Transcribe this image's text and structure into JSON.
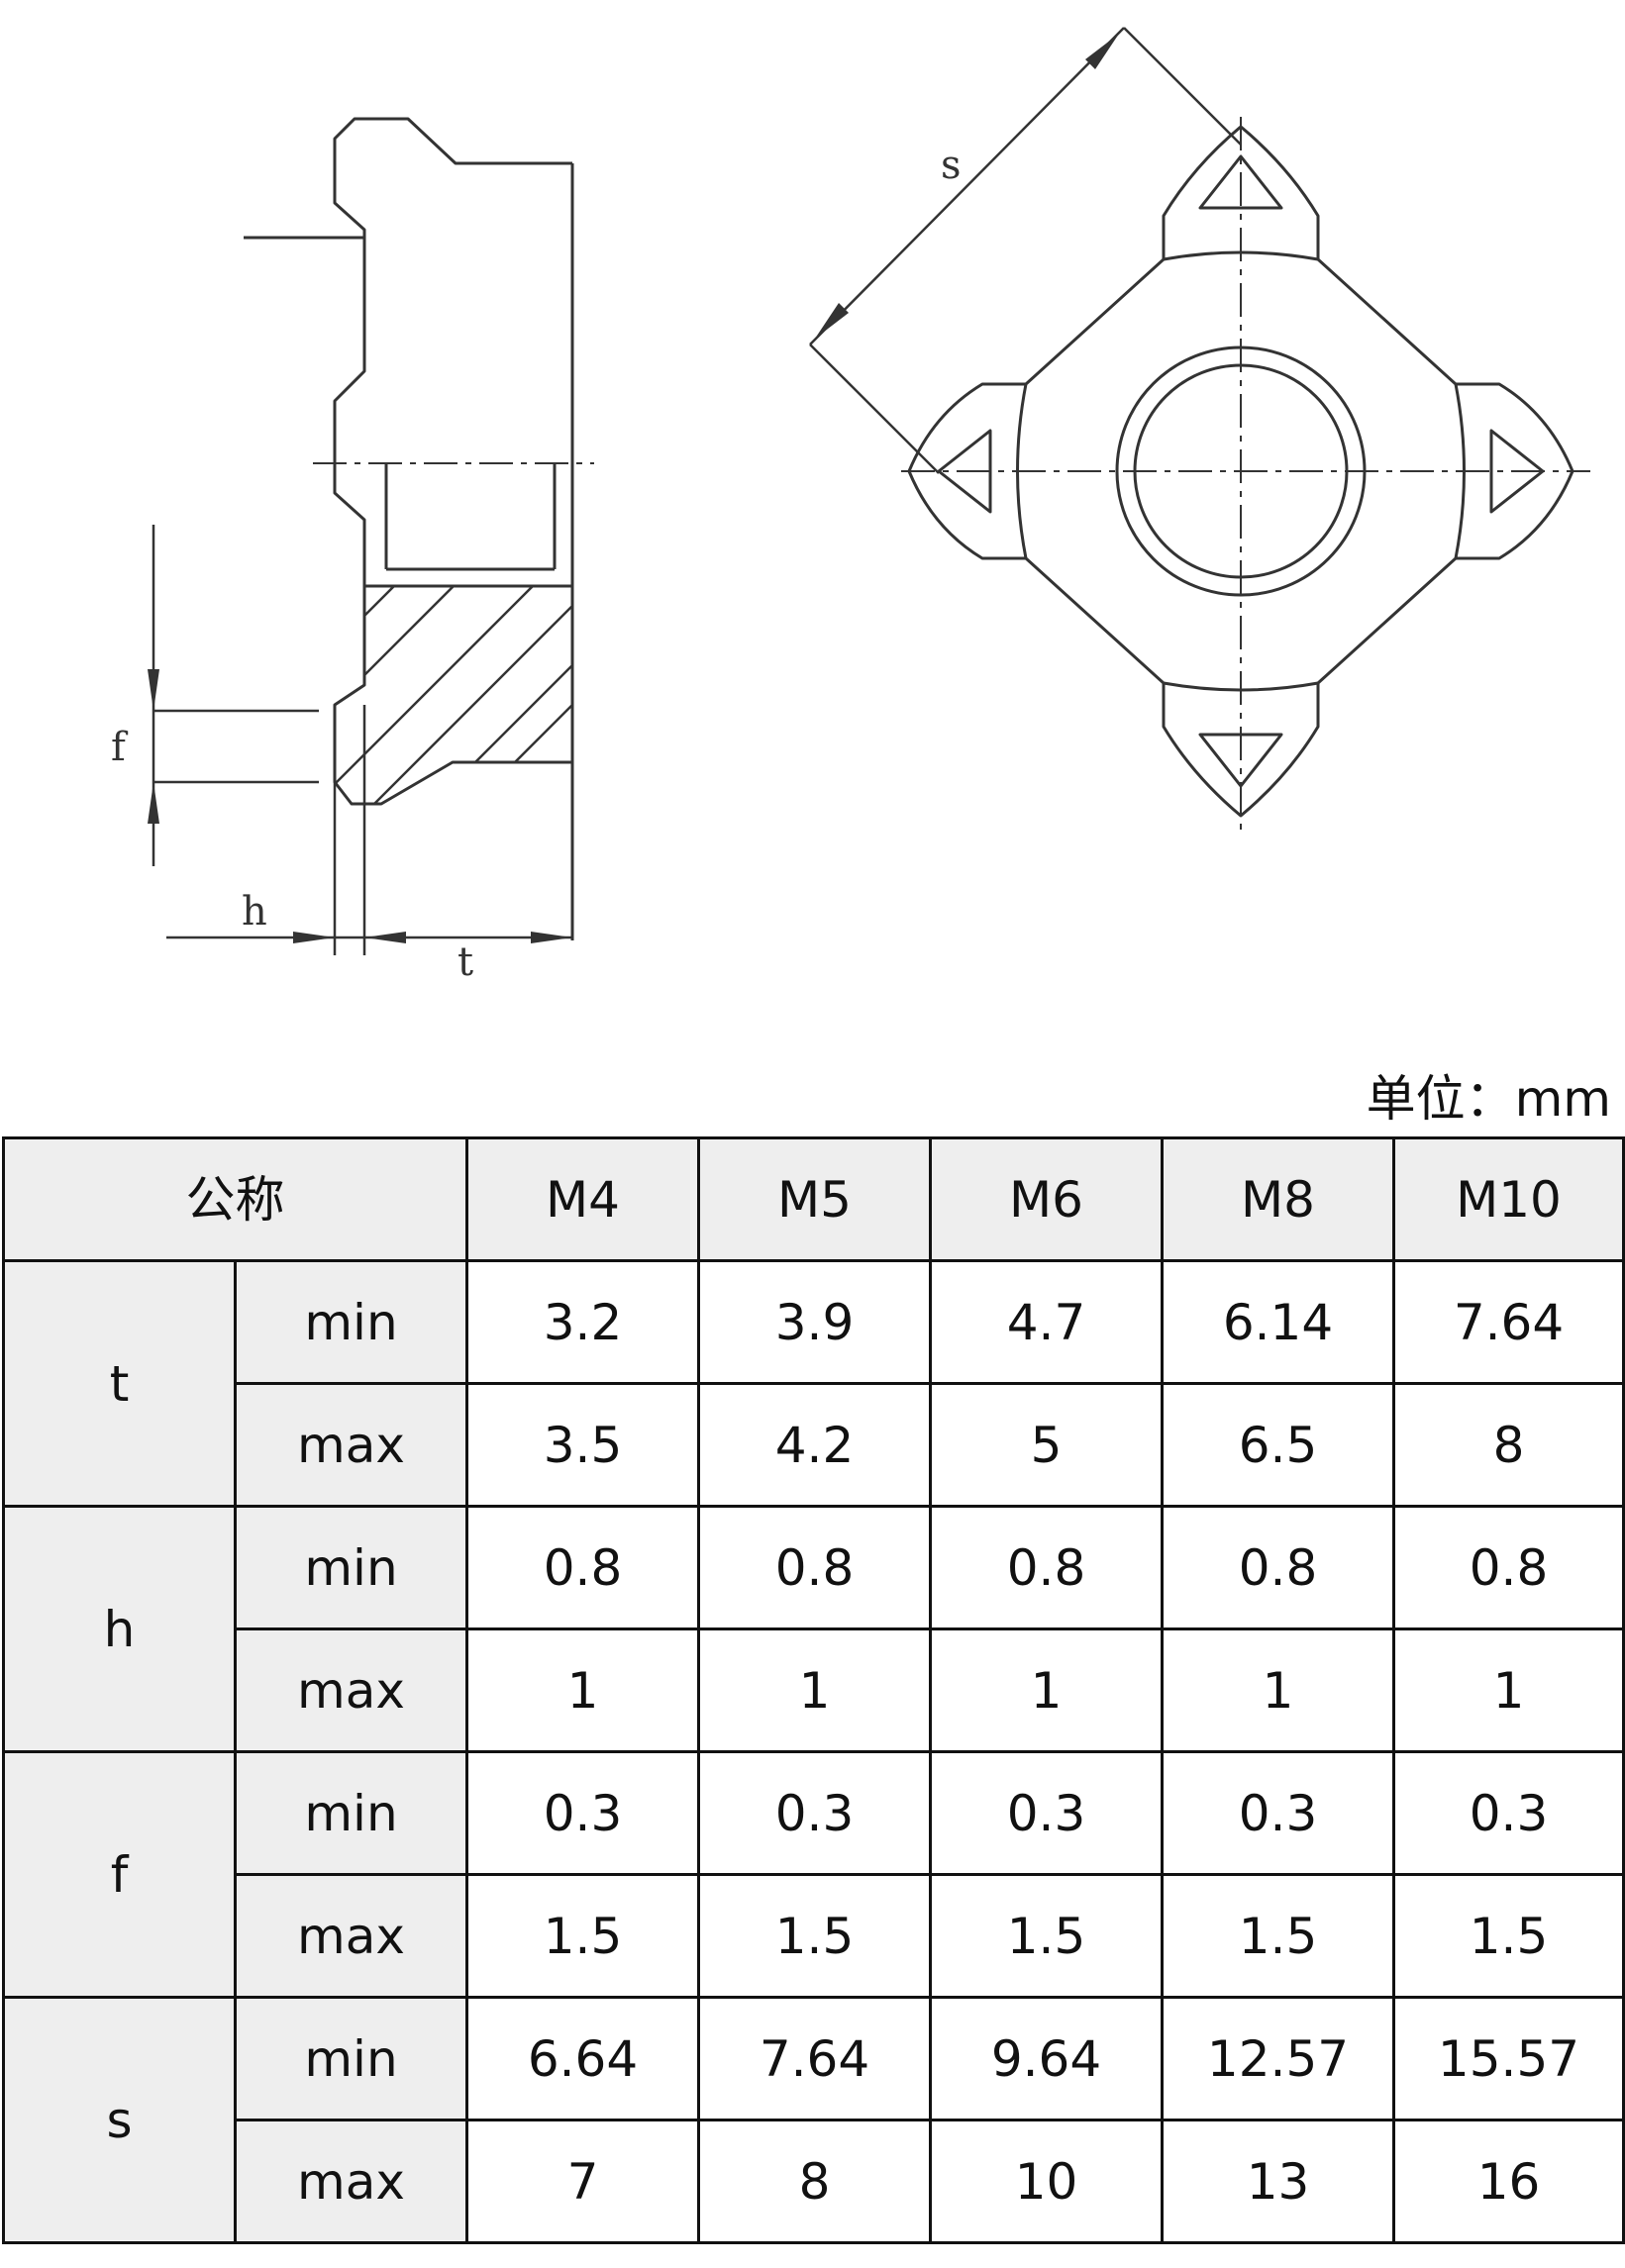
{
  "drawing": {
    "labels": {
      "s": "s",
      "f": "f",
      "h": "h",
      "t": "t"
    }
  },
  "unit_label": "单位：mm",
  "table": {
    "corner_label": "公称",
    "sizes": [
      "M4",
      "M5",
      "M6",
      "M8",
      "M10"
    ],
    "params": [
      {
        "name": "t",
        "rows": [
          {
            "label": "min",
            "values": [
              "3.2",
              "3.9",
              "4.7",
              "6.14",
              "7.64"
            ]
          },
          {
            "label": "max",
            "values": [
              "3.5",
              "4.2",
              "5",
              "6.5",
              "8"
            ]
          }
        ]
      },
      {
        "name": "h",
        "rows": [
          {
            "label": "min",
            "values": [
              "0.8",
              "0.8",
              "0.8",
              "0.8",
              "0.8"
            ]
          },
          {
            "label": "max",
            "values": [
              "1",
              "1",
              "1",
              "1",
              "1"
            ]
          }
        ]
      },
      {
        "name": "f",
        "rows": [
          {
            "label": "min",
            "values": [
              "0.3",
              "0.3",
              "0.3",
              "0.3",
              "0.3"
            ]
          },
          {
            "label": "max",
            "values": [
              "1.5",
              "1.5",
              "1.5",
              "1.5",
              "1.5"
            ]
          }
        ]
      },
      {
        "name": "s",
        "rows": [
          {
            "label": "min",
            "values": [
              "6.64",
              "7.64",
              "9.64",
              "12.57",
              "15.57"
            ]
          },
          {
            "label": "max",
            "values": [
              "7",
              "8",
              "10",
              "13",
              "16"
            ]
          }
        ]
      }
    ]
  }
}
